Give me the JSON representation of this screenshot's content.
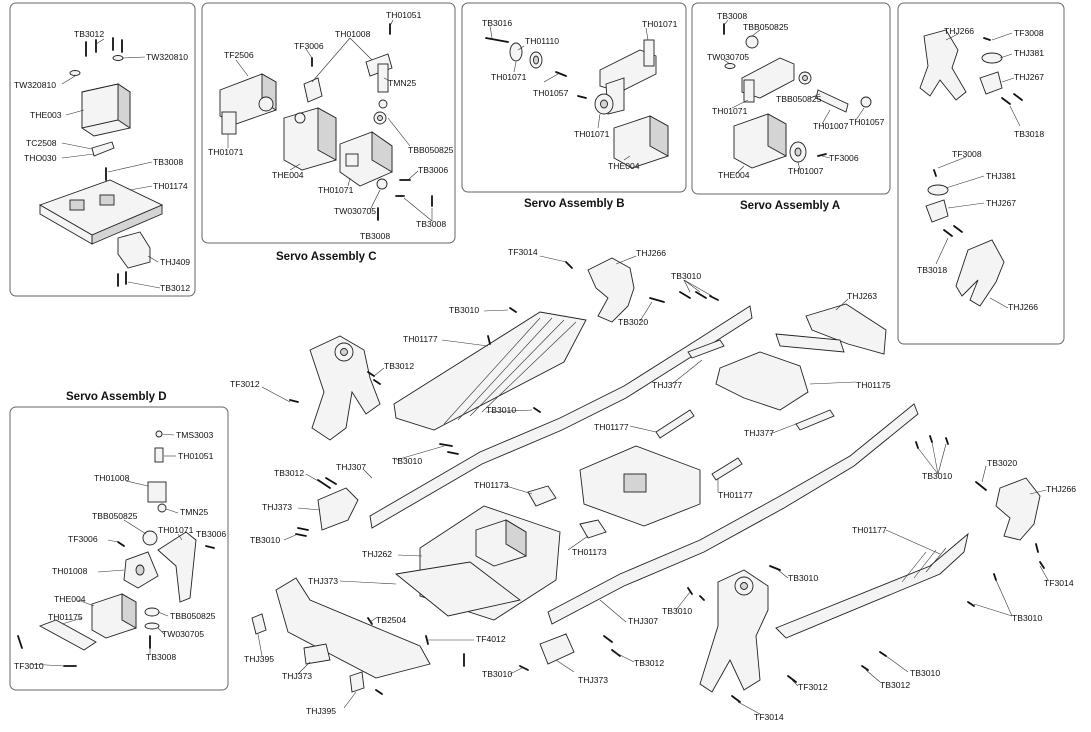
{
  "titles": {
    "servo_a": "Servo Assembly A",
    "servo_b": "Servo Assembly B",
    "servo_c": "Servo Assembly C",
    "servo_d": "Servo Assembly D"
  },
  "labels": {
    "p1": {
      "TB3012_a": "TB3012",
      "TW320810_a": "TW320810",
      "TW320810_b": "TW320810",
      "THE003": "THE003",
      "TC2508": "TC2508",
      "THO030": "THO030",
      "TB3008": "TB3008",
      "TH01174": "TH01174",
      "THJ409": "THJ409",
      "TB3012_b": "TB3012"
    },
    "pC": {
      "TF2506": "TF2506",
      "TF3006": "TF3006",
      "TH01008": "TH01008",
      "TH01051": "TH01051",
      "TMN25": "TMN25",
      "TH01071_a": "TH01071",
      "TH01071_b": "TH01071",
      "THE004": "THE004",
      "TBB050825": "TBB050825",
      "TB3006": "TB3006",
      "TW030705": "TW030705",
      "TB3008_a": "TB3008",
      "TB3008_b": "TB3008"
    },
    "pB": {
      "TB3016": "TB3016",
      "TH01110": "TH01110",
      "TH01071_a": "TH01071",
      "TH01071_b": "TH01071",
      "TH01057": "TH01057",
      "TH01071_c": "TH01071",
      "THE004": "THE004"
    },
    "pA": {
      "TB3008": "TB3008",
      "TBB050825_a": "TBB050825",
      "TW030705": "TW030705",
      "TH01071": "TH01071",
      "TBB050825_b": "TBB050825",
      "TH01007_a": "TH01007",
      "TH01057": "TH01057",
      "THE004": "THE004",
      "TH01007_b": "TH01007",
      "TF3006": "TF3006"
    },
    "pR": {
      "THJ266_a": "THJ266",
      "TF3008_a": "TF3008",
      "THJ381_a": "THJ381",
      "THJ267_a": "THJ267",
      "TB3018_a": "TB3018",
      "TF3008_b": "TF3008",
      "THJ381_b": "THJ381",
      "THJ267_b": "THJ267",
      "TB3018_b": "TB3018",
      "THJ266_b": "THJ266"
    },
    "pD": {
      "TMS3003": "TMS3003",
      "TH01051": "TH01051",
      "TH01008_a": "TH01008",
      "TMN25": "TMN25",
      "TBB050825_a": "TBB050825",
      "TH01071": "TH01071",
      "TB3006": "TB3006",
      "TF3006": "TF3006",
      "TH01008_b": "TH01008",
      "THE004": "THE004",
      "TBB050825_b": "TBB050825",
      "TH01175": "TH01175",
      "TW030705": "TW030705",
      "TB3008": "TB3008",
      "TF3010": "TF3010"
    },
    "main": {
      "TF3014_a": "TF3014",
      "THJ266_a": "THJ266",
      "TB3010_a": "TB3010",
      "TB3020_a": "TB3020",
      "TB3010_b": "TB3010",
      "THJ263": "THJ263",
      "TH01177_a": "TH01177",
      "TF3012_a": "TF3012",
      "TB3012_a": "TB3012",
      "THJ377_a": "THJ377",
      "TH01175": "TH01175",
      "TB3010_c": "TB3010",
      "TH01177_b": "TH01177",
      "THJ377_b": "THJ377",
      "TB3010_d": "TB3010",
      "TB3012_b": "TB3012",
      "THJ307_a": "THJ307",
      "TH01173_a": "TH01173",
      "TH01177_c": "TH01177",
      "TB3010_e": "TB3010",
      "TB3020_b": "TB3020",
      "THJ266_b": "THJ266",
      "THJ373_a": "THJ373",
      "TB3010_f": "TB3010",
      "TH01177_d": "TH01177",
      "THJ262": "THJ262",
      "TH01173_b": "TH01173",
      "THJ373_b": "THJ373",
      "TF3014_b": "TF3014",
      "TB3010_g": "TB3010",
      "TB2504": "TB2504",
      "TF4012": "TF4012",
      "TB3010_h": "TB3010",
      "THJ307_b": "THJ307",
      "TB3010_i": "TB3010",
      "THJ395_a": "THJ395",
      "THJ373_c": "THJ373",
      "TB3012_c": "TB3012",
      "TB3010_j": "TB3010",
      "TF3012_b": "TF3012",
      "TB3012_d": "TB3012",
      "TB3010_k": "TB3010",
      "THJ395_b": "THJ395",
      "TF3014_c": "TF3014"
    }
  }
}
